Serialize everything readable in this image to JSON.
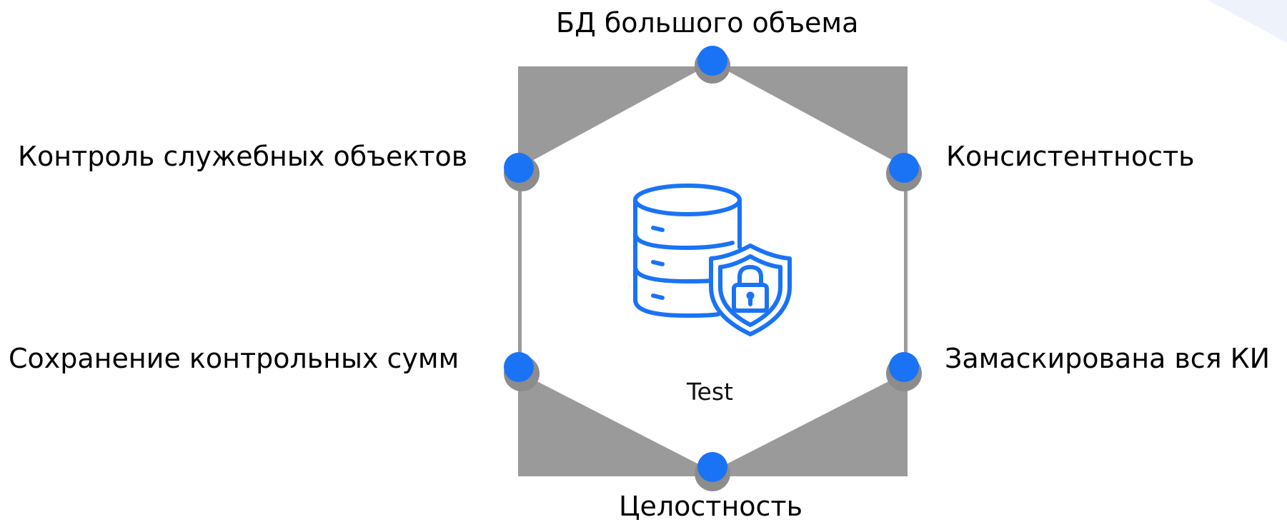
{
  "diagram": {
    "top_label": "БД большого объема",
    "left_top_label": "Контроль служебных объектов",
    "right_top_label": "Консистентность",
    "left_bottom_label": "Сохранение контрольных сумм",
    "right_bottom_label": "Замаскирована вся КИ",
    "bottom_label": "Целостность",
    "center_text": "Test",
    "center_icon": "database-shield-lock-icon"
  },
  "colors": {
    "accent": "#1a73f5",
    "panel": "#9a9a9a",
    "node_shadow": "#8c8c8c",
    "corner_accent": "#eef3fb"
  }
}
